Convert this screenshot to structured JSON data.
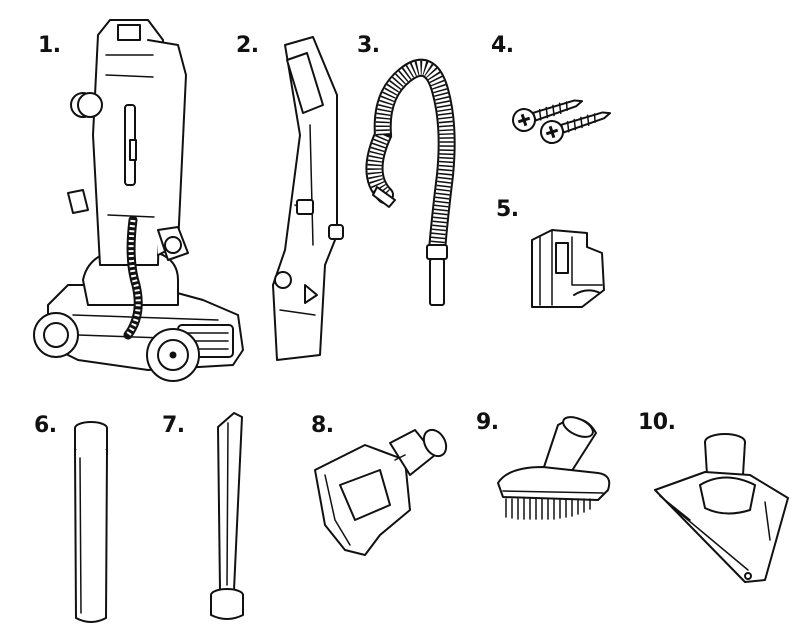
{
  "parts": [
    {
      "label": "1.",
      "icon": "upright-vacuum-icon"
    },
    {
      "label": "2.",
      "icon": "handle-icon"
    },
    {
      "label": "3.",
      "icon": "hose-icon"
    },
    {
      "label": "4.",
      "icon": "screws-icon"
    },
    {
      "label": "5.",
      "icon": "clip-icon"
    },
    {
      "label": "6.",
      "icon": "extension-wand-icon"
    },
    {
      "label": "7.",
      "icon": "crevice-tool-icon"
    },
    {
      "label": "8.",
      "icon": "turbo-tool-icon"
    },
    {
      "label": "9.",
      "icon": "dusting-brush-icon"
    },
    {
      "label": "10.",
      "icon": "upholstery-tool-icon"
    }
  ],
  "colors": {
    "ink": "#111111",
    "background": "#ffffff",
    "shade": "#d8d8d8"
  }
}
